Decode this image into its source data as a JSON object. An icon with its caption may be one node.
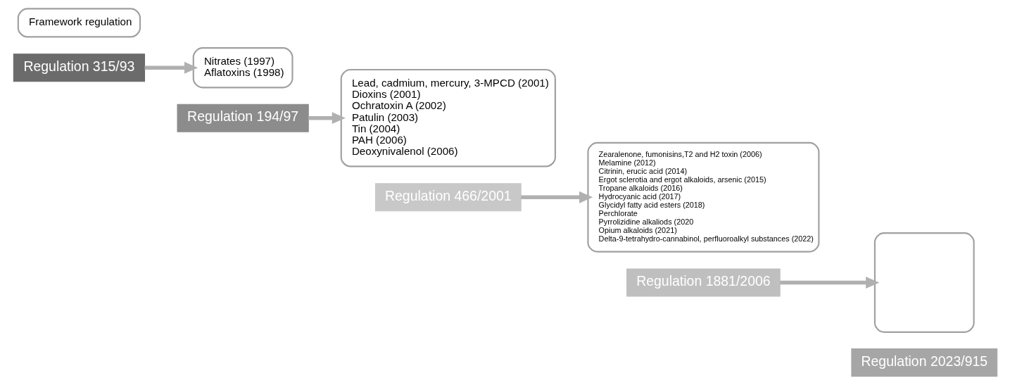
{
  "diagram": {
    "nodes": [
      {
        "text": [
          "Framework regulation"
        ]
      },
      {
        "text": [
          "Regulation 315/93"
        ]
      },
      {
        "text": [
          "Nitrates (1997)",
          "Aflatoxins (1998)"
        ]
      },
      {
        "text": [
          "Regulation 194/97"
        ]
      },
      {
        "text": [
          "Lead, cadmium, mercury, 3-MPCD (2001)",
          "Dioxins (2001)",
          "Ochratoxin A (2002)",
          "Patulin (2003)",
          "Tin (2004)",
          "PAH (2006)",
          "Deoxynivalenol (2006)"
        ]
      },
      {
        "text": [
          "Regulation 466/2001"
        ]
      },
      {
        "text": [
          "Zearalenone, fumonisins,T2 and H2 toxin (2006)",
          "Melamine (2012)",
          "Citrinin, erucic acid (2014)",
          "Ergot sclerotia and ergot alkaloids, arsenic (2015)",
          "Tropane alkaloids (2016)",
          "Hydrocyanic acid (2017)",
          "Glycidyl fatty acid esters (2018)",
          "Perchlorate",
          "Pyrrolizidine alkaliods (2020",
          "Opium alkaloids (2021)",
          "Delta-9-tetrahydro-cannabinol, perfluoroalkyl substances (2022)"
        ]
      },
      {
        "text": [
          "Regulation 1881/2006"
        ]
      },
      {
        "text": [],
        "shape": "box"
      },
      {
        "text": [
          "Regulation 2023/915"
        ]
      }
    ],
    "edges": [
      {
        "from": 1,
        "to": 2,
        "arrow": "to"
      },
      {
        "from": 3,
        "to": 4,
        "arrow": "to"
      },
      {
        "from": 5,
        "to": 6,
        "arrow": "to"
      },
      {
        "from": 7,
        "to": 8,
        "arrow": "to"
      }
    ]
  }
}
